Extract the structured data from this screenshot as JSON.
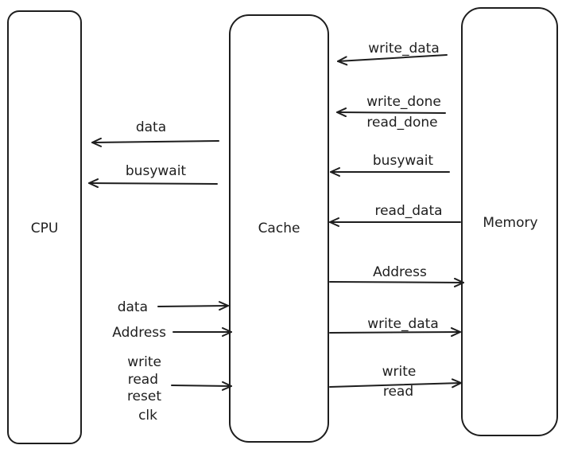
{
  "blocks": {
    "cpu": "CPU",
    "cache": "Cache",
    "memory": "Memory"
  },
  "cache_to_cpu": {
    "data": "data",
    "busywait": "busywait"
  },
  "cpu_to_cache": {
    "data": "data",
    "address": "Address",
    "write": "write",
    "read": "read",
    "reset": "reset",
    "clk": "clk"
  },
  "memory_to_cache": {
    "write_data": "write_data",
    "write_done": "write_done",
    "read_done": "read_done",
    "busywait": "busywait",
    "read_data": "read_data"
  },
  "cache_to_memory": {
    "address": "Address",
    "write_data": "write_data",
    "write": "write",
    "read": "read"
  }
}
